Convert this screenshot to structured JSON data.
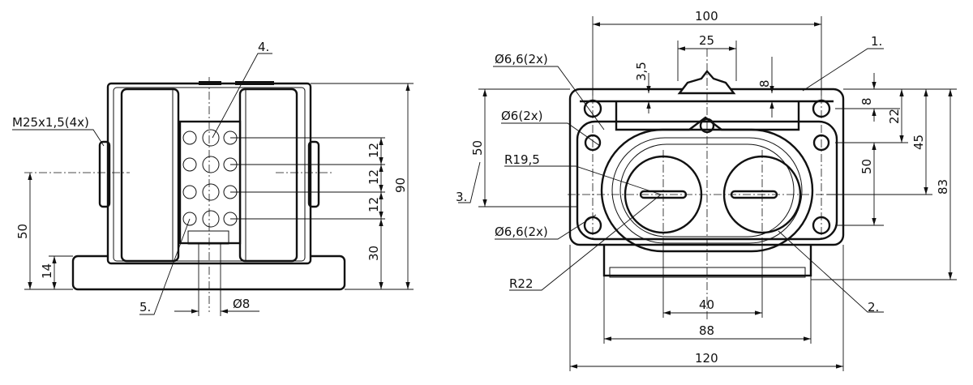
{
  "drawing": {
    "side_view": {
      "thread_label": "M25x1,5(4x)",
      "callout_4": "4.",
      "callout_5": "5.",
      "dim_pitch_1": "12",
      "dim_pitch_2": "12",
      "dim_pitch_3": "12",
      "dim_height_total": "90",
      "dim_height_30": "30",
      "dim_height_50": "50",
      "dim_height_14": "14",
      "dim_diameter_8": "Ø8"
    },
    "top_view": {
      "dim_width_100": "100",
      "dim_width_25": "25",
      "callout_1": "1.",
      "hole_top_label": "Ø6,6(2x)",
      "dim_3_5": "3,5",
      "dim_8_top": "8",
      "hole_mid_label": "Ø6(2x)",
      "dim_8_right": "8",
      "dim_22": "22",
      "dim_45": "45",
      "dim_50_right": "50",
      "dim_83": "83",
      "dim_50_left": "50",
      "radius_19_5": "R19,5",
      "callout_3": "3.",
      "hole_bottom_label": "Ø6,6(2x)",
      "radius_22": "R22",
      "callout_2": "2.",
      "dim_40": "40",
      "dim_88": "88",
      "dim_120": "120"
    }
  }
}
